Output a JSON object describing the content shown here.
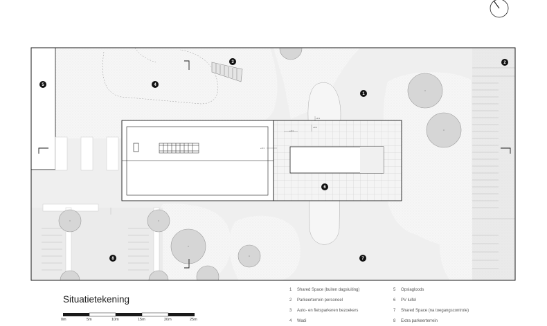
{
  "title": "Situatietekening",
  "scale_bar": {
    "labels": [
      "0m",
      "5m",
      "10m",
      "15m",
      "20m",
      "25m"
    ]
  },
  "markers": [
    "1",
    "2",
    "3",
    "4",
    "5",
    "6",
    "7",
    "8"
  ],
  "legend": [
    {
      "num": "1",
      "label": "Shared Space (buiten dagsluiting)"
    },
    {
      "num": "2",
      "label": "Parkeerterrein personeel"
    },
    {
      "num": "3",
      "label": "Auto- en fietsparkeren bezoekers"
    },
    {
      "num": "4",
      "label": "Wadi"
    },
    {
      "num": "5",
      "label": "Opslagloods"
    },
    {
      "num": "6",
      "label": "PV luifel"
    },
    {
      "num": "7",
      "label": "Shared Space (na toegangscontrole)"
    },
    {
      "num": "8",
      "label": "Extra parkeerterrein"
    }
  ],
  "dimension_marks": [
    "+0.1",
    "+0.1",
    "+0.1",
    "+0.1"
  ],
  "colors": {
    "site_fill": "#efefef",
    "stipple": "#f7f7f7",
    "lines": "#1a1a1a",
    "tree": "#d6d6d6",
    "marker": "#111111"
  }
}
